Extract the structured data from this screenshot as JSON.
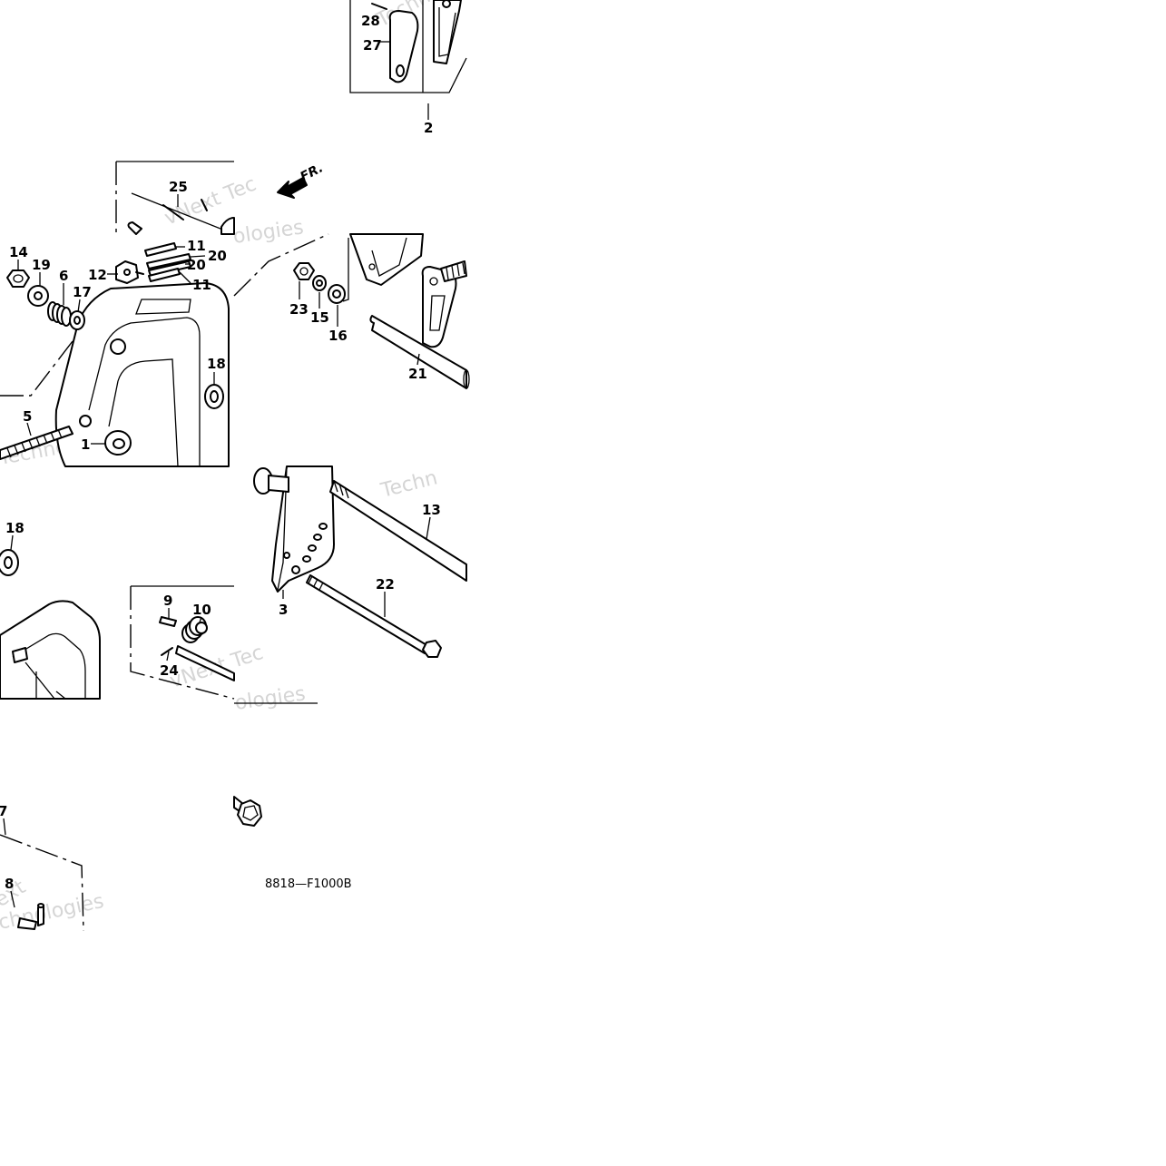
{
  "diagram": {
    "callouts": [
      {
        "id": "c2",
        "label": "2"
      },
      {
        "id": "c27",
        "label": "27"
      },
      {
        "id": "c28",
        "label": "28"
      },
      {
        "id": "c25",
        "label": "25"
      },
      {
        "id": "c14",
        "label": "14"
      },
      {
        "id": "c19",
        "label": "19"
      },
      {
        "id": "c6",
        "label": "6"
      },
      {
        "id": "c17",
        "label": "17"
      },
      {
        "id": "c12",
        "label": "12"
      },
      {
        "id": "c11a",
        "label": "11"
      },
      {
        "id": "c20a",
        "label": "20"
      },
      {
        "id": "c20b",
        "label": "20"
      },
      {
        "id": "c11b",
        "label": "11"
      },
      {
        "id": "c18a",
        "label": "18"
      },
      {
        "id": "c5",
        "label": "5"
      },
      {
        "id": "c1",
        "label": "1"
      },
      {
        "id": "c23",
        "label": "23"
      },
      {
        "id": "c15",
        "label": "15"
      },
      {
        "id": "c16",
        "label": "16"
      },
      {
        "id": "c21",
        "label": "21"
      },
      {
        "id": "c13",
        "label": "13"
      },
      {
        "id": "c22",
        "label": "22"
      },
      {
        "id": "c3",
        "label": "3"
      },
      {
        "id": "c18b",
        "label": "18"
      },
      {
        "id": "c9",
        "label": "9"
      },
      {
        "id": "c10",
        "label": "10"
      },
      {
        "id": "c24",
        "label": "24"
      },
      {
        "id": "c7",
        "label": "7"
      },
      {
        "id": "c8",
        "label": "8"
      }
    ],
    "direction_label": "FR.",
    "diagram_code": "8818—F1000B",
    "watermarks": [
      {
        "id": "w1",
        "text": "Techn"
      },
      {
        "id": "w2",
        "text": "vNext Tec"
      },
      {
        "id": "w3",
        "text": "ologies"
      },
      {
        "id": "w4",
        "text": "Technologies"
      },
      {
        "id": "w5",
        "text": "Techn"
      },
      {
        "id": "w6",
        "text": "vNext Tec"
      },
      {
        "id": "w7",
        "text": "ologies"
      },
      {
        "id": "w8",
        "text": "ext"
      },
      {
        "id": "w9",
        "text": "chnologies"
      }
    ]
  }
}
